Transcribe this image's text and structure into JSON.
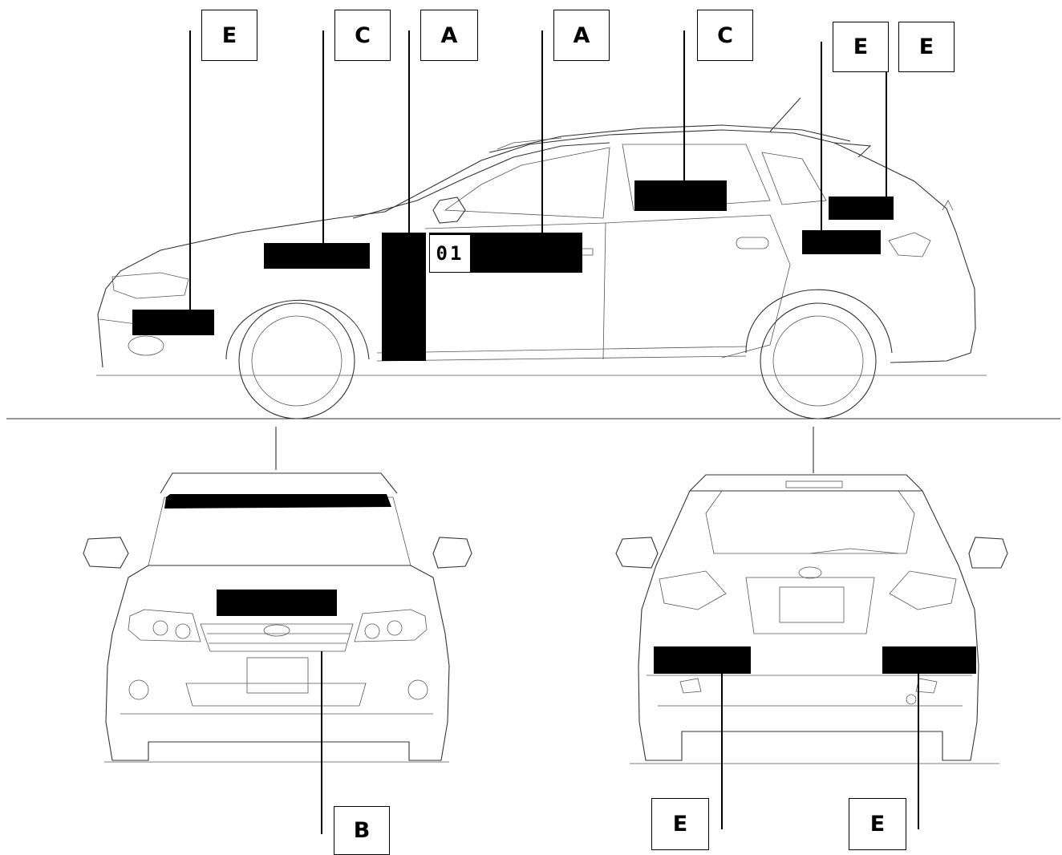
{
  "labels": {
    "side_front_bumper": "E",
    "side_front_fender": "C",
    "side_door_pillar": "A",
    "side_front_door": "A",
    "side_rear_window": "C",
    "side_rear_quarter": "E",
    "side_rear_upper": "E",
    "front_hood": "B",
    "rear_bumper_left": "E",
    "rear_bumper_right": "E"
  },
  "race_number": "01"
}
